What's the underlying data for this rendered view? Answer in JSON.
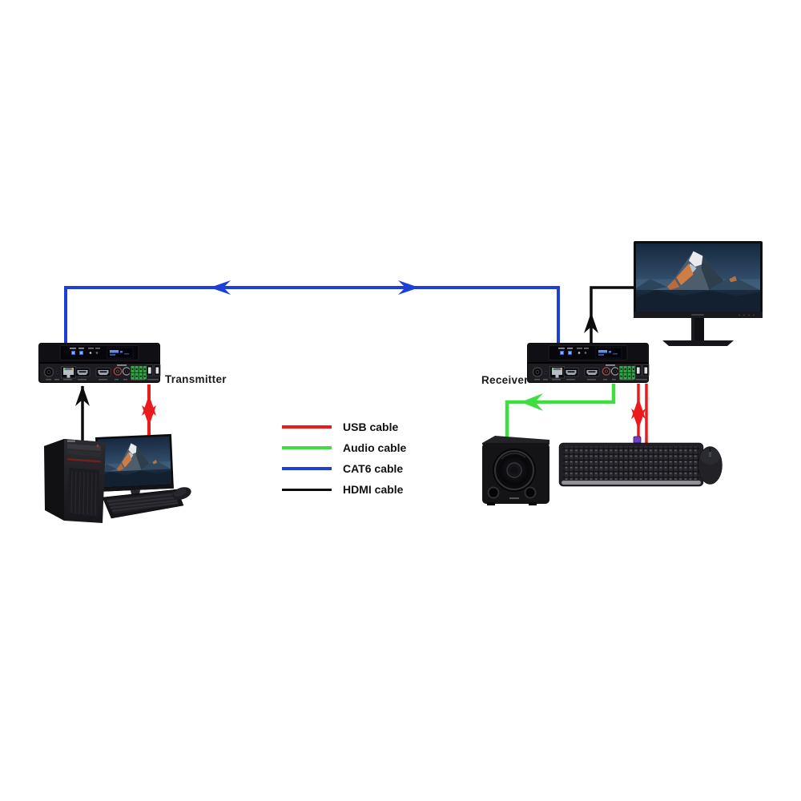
{
  "devices": {
    "transmitter": {
      "label": "Transmitter"
    },
    "receiver": {
      "label": "Receiver"
    }
  },
  "colors": {
    "usb": "#ec1b1b",
    "audio": "#3fdd3f",
    "cat6": "#1c3fd8",
    "hdmi": "#0c0c0c"
  },
  "legend": {
    "items": [
      {
        "label": "USB cable"
      },
      {
        "label": "Audio cable"
      },
      {
        "label": "CAT6 cable"
      },
      {
        "label": "HDMI cable"
      }
    ]
  }
}
